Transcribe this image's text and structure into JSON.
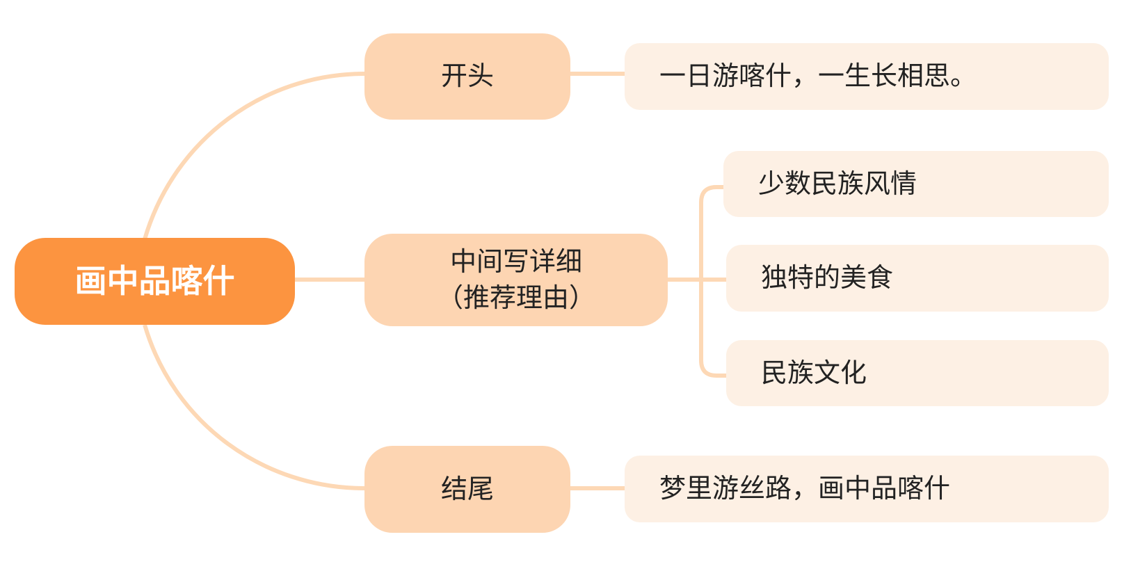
{
  "root": "画中品喀什",
  "branches": [
    {
      "label": "开头",
      "children": [
        "一日游喀什，一生长相思。"
      ]
    },
    {
      "label": "中间写详细",
      "label2": "（推荐理由）",
      "children": [
        "少数民族风情",
        "独特的美食",
        "民族文化"
      ]
    },
    {
      "label": "结尾",
      "children": [
        "梦里游丝路，画中品喀什"
      ]
    }
  ],
  "colors": {
    "root": "#FC9440",
    "branch": "#FDD5B2",
    "leaf": "#FDF0E4",
    "line": "#FDD8B5"
  }
}
